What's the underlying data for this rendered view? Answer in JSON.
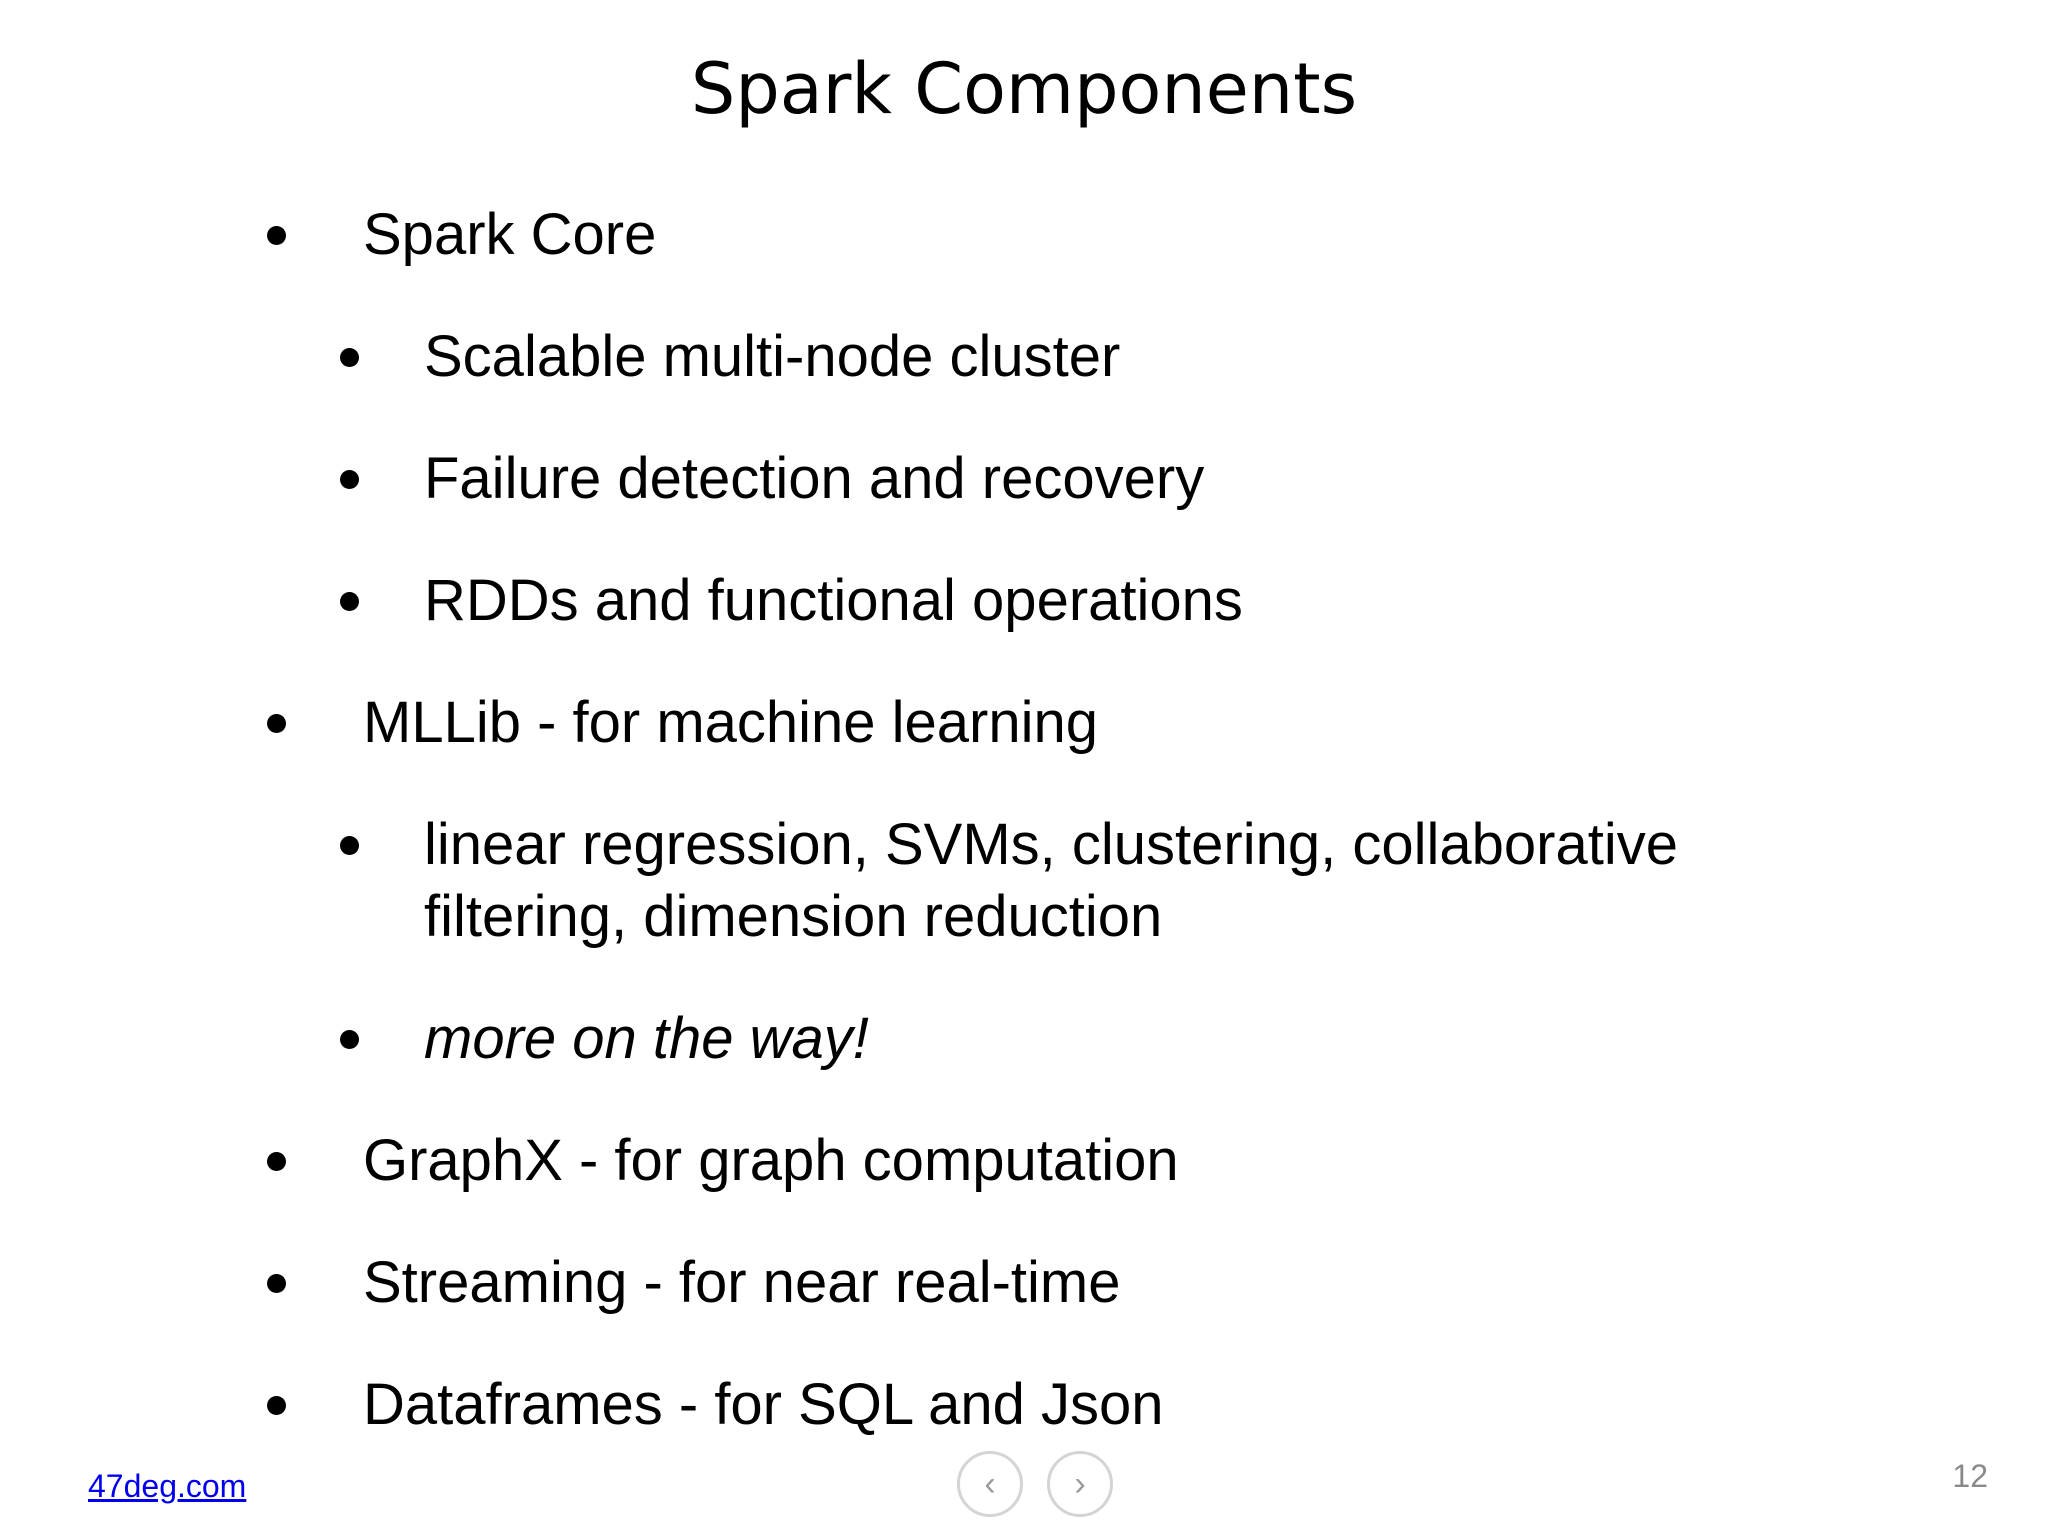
{
  "slide": {
    "title": "Spark Components",
    "bullets": [
      "Spark Core",
      "Scalable multi-node cluster",
      "Failure detection and recovery",
      "RDDs and functional operations",
      "MLLib - for machine learning",
      "linear regression, SVMs, clustering, collaborative",
      "filtering, dimension reduction",
      "more on the way!",
      "GraphX - for graph computation",
      "Streaming - for near real-time",
      "Dataframes - for SQL and Json"
    ]
  },
  "footer": {
    "link": "47deg.com",
    "page_number": "12",
    "prev_icon": "chevron-left-icon",
    "next_icon": "chevron-right-icon",
    "prev_glyph": "‹",
    "next_glyph": "›"
  }
}
